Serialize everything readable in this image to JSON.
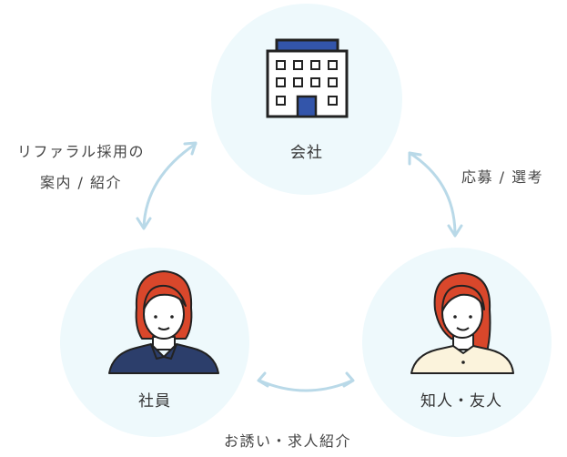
{
  "nodes": {
    "company": {
      "label": "会社",
      "icon": "office-building-icon"
    },
    "employee": {
      "label": "社員",
      "icon": "employee-avatar-icon"
    },
    "friend": {
      "label": "知人・友人",
      "icon": "friend-avatar-icon"
    }
  },
  "edges": {
    "company_employee": {
      "line1": "リファラル採用の",
      "line2": "案内 / 紹介"
    },
    "company_friend": {
      "label": "応募 / 選考"
    },
    "employee_friend": {
      "label": "お誘い・求人紹介"
    }
  },
  "colors": {
    "circle": "#eef9fc",
    "arrow": "#b9d9e8",
    "building_roof": "#3355aa",
    "hair": "#d9472b",
    "employee_shirt": "#2c3e6b",
    "friend_shirt": "#fbf3dc"
  }
}
